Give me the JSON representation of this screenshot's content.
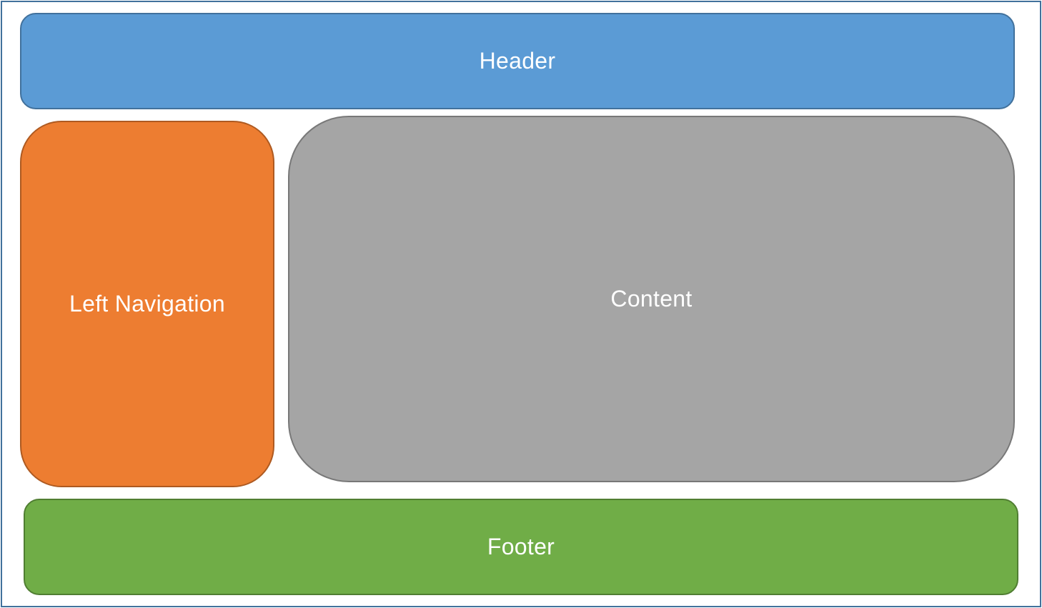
{
  "regions": {
    "header": {
      "label": "Header",
      "color": "#5b9bd5"
    },
    "left_navigation": {
      "label": "Left Navigation",
      "color": "#ed7d31"
    },
    "content": {
      "label": "Content",
      "color": "#a5a5a5"
    },
    "footer": {
      "label": "Footer",
      "color": "#70ad47"
    }
  }
}
